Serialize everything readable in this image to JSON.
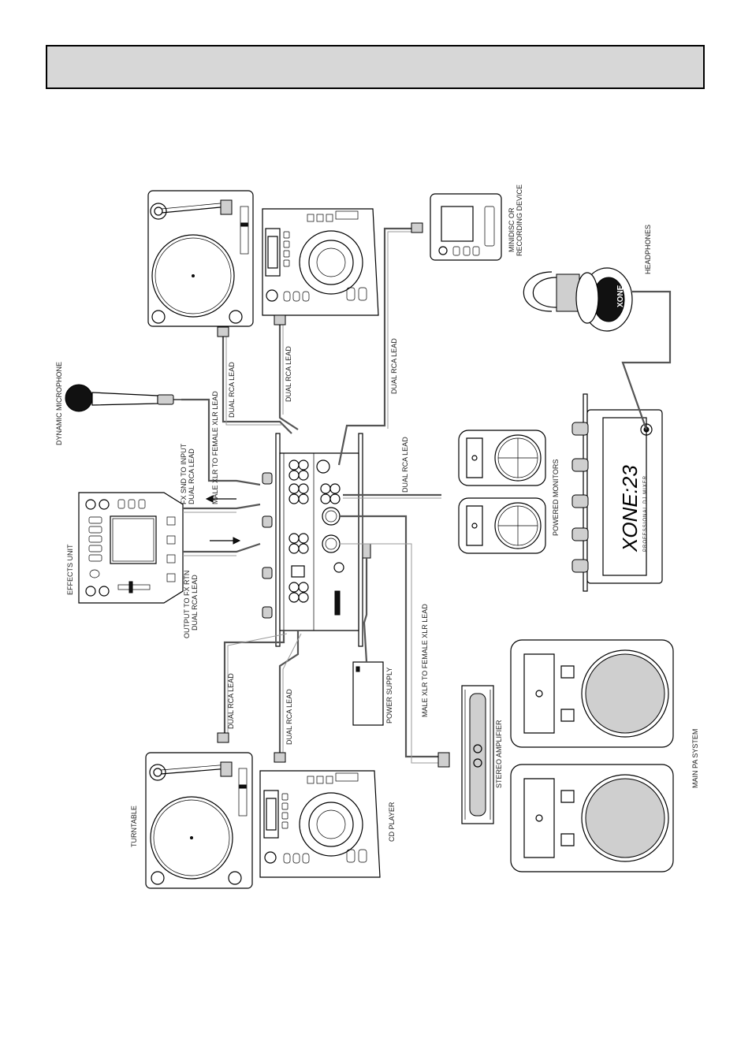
{
  "header": {
    "title": ""
  },
  "labels": {
    "dynamic_microphone": "DYNAMIC MICROPHONE",
    "male_xlr_top": "MALE XLR TO FEMALE XLR LEAD",
    "fx_snd": "FX SND TO INPUT",
    "fx_snd_lead": "DUAL RCA LEAD",
    "effects_unit": "EFFECTS UNIT",
    "fx_rtn": "OUTPUT TO FX RTN",
    "fx_rtn_lead": "DUAL RCA LEAD",
    "dual_rca_turntable_top": "DUAL RCA LEAD",
    "dual_rca_cd_top": "DUAL RCA LEAD",
    "dual_rca_rec": "DUAL RCA LEAD",
    "dual_rca_mon": "DUAL RCA LEAD",
    "minidisc": "MINIDISC OR",
    "recording_device": "RECORDING DEVICE",
    "headphones": "HEADPHONES",
    "powered_monitors": "POWERED MONITORS",
    "dual_rca_turntable_bottom": "DUAL RCA LEAD",
    "dual_rca_cd_bottom": "DUAL RCA LEAD",
    "power_supply": "POWER SUPPLY",
    "male_xlr_bottom": "MALE XLR TO FEMALE XLR LEAD",
    "stereo_amplifier": "STEREO AMPLIFIER",
    "turntable": "TURNTABLE",
    "cd_player": "CD PLAYER",
    "main_pa": "MAIN PA SYSTEM",
    "brand": "XONE:23",
    "brand_sub": "PROFESSIONAL DJ MIXER",
    "headphone_brand": "XONE"
  }
}
